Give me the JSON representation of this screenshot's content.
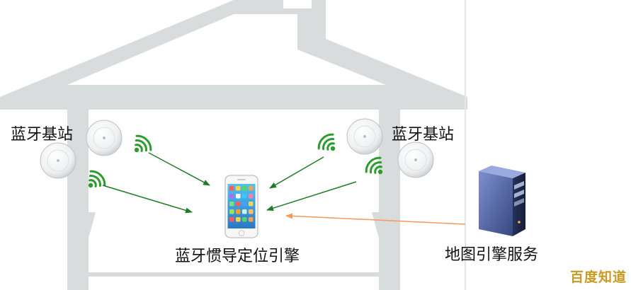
{
  "labels": {
    "beacon_left": "蓝牙基站",
    "beacon_right": "蓝牙基站",
    "engine": "蓝牙惯导定位引擎",
    "map_service": "地图引擎服务"
  },
  "watermark": "百度知道",
  "colors": {
    "house": "#d9dcdd",
    "signal_arrow": "#1f7a2a",
    "service_arrow": "#f29a5a",
    "wave": "#2e9b2e",
    "server": "#4a5c9c"
  },
  "icons": [
    "bluetooth-beacon-icon",
    "wifi-signal-icon",
    "smartphone-icon",
    "server-icon"
  ]
}
